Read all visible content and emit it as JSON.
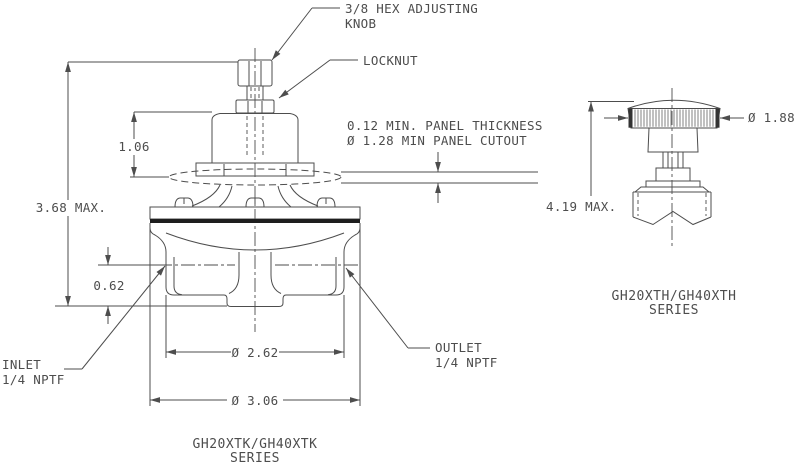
{
  "drawing": {
    "main": {
      "labels": {
        "knob_line1": "3/8 HEX ADJUSTING",
        "knob_line2": "KNOB",
        "locknut": "LOCKNUT",
        "panel_line1": "0.12 MIN. PANEL THICKNESS",
        "panel_line2": "Ø 1.28 MIN PANEL CUTOUT",
        "inlet_line1": "INLET",
        "inlet_line2": "1/4 NPTF",
        "outlet_line1": "OUTLET",
        "outlet_line2": "1/4 NPTF"
      },
      "dimensions": {
        "overall_height": "3.68 MAX.",
        "bonnet_height": "1.06",
        "port_height": "0.62",
        "inner_diameter": "Ø 2.62",
        "outer_diameter": "Ø 3.06"
      },
      "caption_line1": "GH20XTK/GH40XTK",
      "caption_line2": "SERIES"
    },
    "hand_knob": {
      "dimensions": {
        "knob_diameter": "Ø 1.88",
        "overall_height": "4.19 MAX."
      },
      "caption_line1": "GH20XTH/GH40XTH",
      "caption_line2": "SERIES"
    },
    "colors": {
      "line": "#4d4d4d",
      "text": "#4d4d4d",
      "seal_band": "#1e1e1e"
    }
  }
}
